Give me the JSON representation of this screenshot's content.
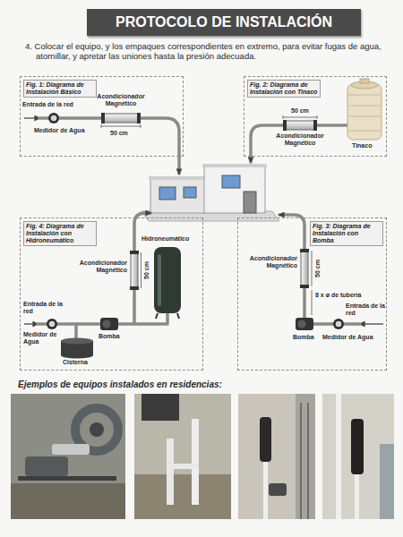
{
  "diagram": {
    "title": "PROTOCOLO DE INSTALACIÓN",
    "nodes": [
      {
        "text": [
          "Fig. 1: Diagrama de Instalación Básico"
        ]
      },
      {
        "text": [
          "Fig. 2: Diagrama de Instalación con Tinaco"
        ]
      },
      {
        "text": [
          "Fig. 4: Diagrama de Instalación con Hidroneumático"
        ]
      },
      {
        "text": [
          "Fig. 3: Diagrama de Instalación con Bomba"
        ]
      }
    ],
    "labels": [
      "4. Colocar el equipo, y los empaques correspondientes en extremo, para evitar fugas de agua, atornillar, y apretar las uniones hasta la presión adecuada.",
      "Entrada de la red",
      "Acondicionador Magnético",
      "Medidor de Agua",
      "50 cm",
      "50 cm",
      "Acondicionador Magnético",
      "Tinaco",
      "Hidroneumático",
      "Acondicionador Magnético",
      "50 cm",
      "Entrada de la red",
      "Medidor de Agua",
      "Bomba",
      "Cisterna",
      "Acondicionador Magnético",
      "50 cm",
      "8 x ø de tubería",
      "Entrada de la red",
      "Bomba",
      "Medidor de Agua",
      "Ejemplos de equipos instalados en residencias:"
    ]
  }
}
